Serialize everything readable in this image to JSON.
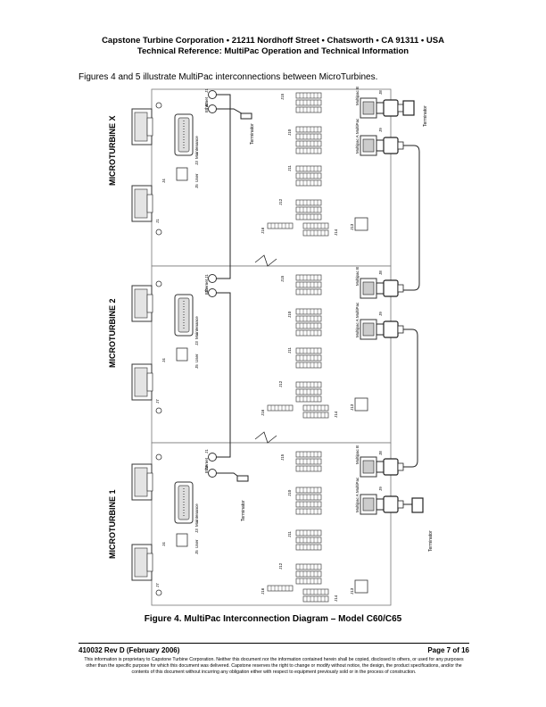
{
  "header": {
    "line1": "Capstone Turbine Corporation • 21211 Nordhoff Street • Chatsworth • CA 91311 • USA",
    "line2": "Technical Reference:  MultiPac Operation and Technical Information"
  },
  "intro_text": "Figures 4 and 5 illustrate MultiPac interconnections between MicroTurbines.",
  "diagram": {
    "turbines": [
      "MICROTURBINE  X",
      "MICROTURBINE  2",
      "MICROTURBINE  1"
    ],
    "labels": {
      "ethernet": "Ethernet",
      "maintenance": "Maintenance",
      "user": "User",
      "multipac": "MultiPac",
      "multipac_b": "Multipac B",
      "multipac_a": "Multipac A",
      "terminator": "Terminator",
      "j1": "J1",
      "j2": "J2",
      "j3": "J3",
      "j4": "J4",
      "j5": "J5",
      "j7": "J7",
      "j8": "J8",
      "j9": "J9",
      "j10": "J10",
      "j11": "J11",
      "j12": "J12",
      "j13": "J13",
      "j14": "J14",
      "j15": "J15",
      "j16": "J16"
    }
  },
  "caption": "Figure 4.  MultiPac Interconnection Diagram – Model C60/C65",
  "footer": {
    "left": "410032 Rev D (February 2006)",
    "right": "Page 7 of 16",
    "disclaimer": "This information is proprietary to Capstone Turbine Corporation. Neither this document nor the information contained herein shall be copied, disclosed to others, or used for any purposes other than the specific purpose for which this document was delivered. Capstone reserves the right to change or modify without notice, the design, the product specifications, and/or the contents of this document without incurring any obligation either with respect to equipment previously sold or in the process of construction."
  }
}
